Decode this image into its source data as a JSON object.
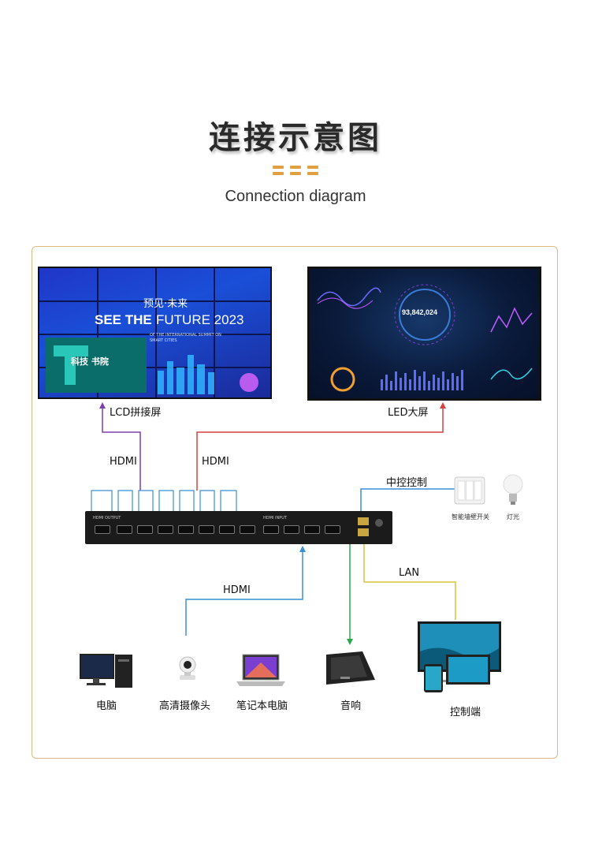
{
  "header": {
    "title": "连接示意图",
    "subtitle": "Connection diagram",
    "accent_color": "#e0a040"
  },
  "lcd_screen": {
    "label": "LCD拼接屏",
    "headline_cn": "预见·未来",
    "headline_en_bold": "SEE THE",
    "headline_en_rest": "FUTURE 2023",
    "sub_text_1": "OF THE INTERNATIONAL SUMMIT ON",
    "sub_text_2": "SMART CITIES",
    "logo_text": "科技 书院",
    "line_color": "#7b3fb0"
  },
  "led_screen": {
    "label": "LED大屏",
    "big_number": "93,842,024",
    "line_color": "#d64040"
  },
  "connections": {
    "hdmi_left": "HDMI",
    "hdmi_right": "HDMI",
    "hdmi_bottom": "HDMI",
    "central_control": "中控控制",
    "lan": "LAN",
    "hdmi_out_color": "#3b8fd6",
    "audio_color": "#2aa84a",
    "lan_color": "#d7c43a"
  },
  "device": {
    "out_panel_label": "HDMI OUTPUT",
    "in_panel_label": "HDMI INPUT"
  },
  "peripherals": {
    "smart_switch": "智能墙壁开关",
    "light": "灯光",
    "pc": "电脑",
    "camera": "高清摄像头",
    "laptop": "笔记本电脑",
    "speaker": "音响",
    "control_terminal": "控制端"
  }
}
